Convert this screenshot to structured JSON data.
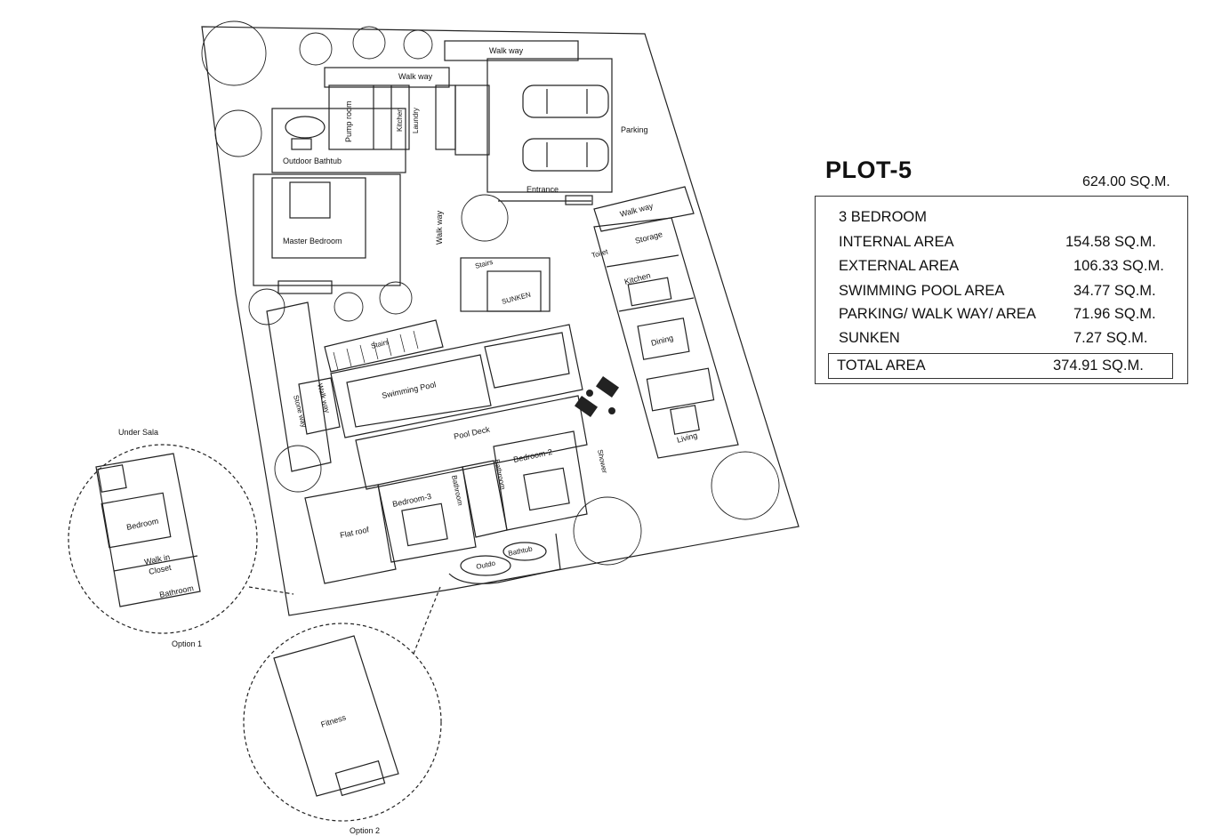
{
  "title": "PLOT-5",
  "plot_area": "624.00 SQ.M.",
  "summary": {
    "bedrooms": "3 BEDROOM",
    "rows": [
      {
        "label": "INTERNAL AREA",
        "value": "154.58 SQ.M."
      },
      {
        "label": "EXTERNAL AREA",
        "value": "106.33 SQ.M."
      },
      {
        "label": "SWIMMING POOL  AREA",
        "value": "34.77 SQ.M."
      },
      {
        "label": "PARKING/ WALK WAY/ AREA",
        "value": "71.96 SQ.M."
      },
      {
        "label": "SUNKEN",
        "value": "7.27 SQ.M."
      }
    ],
    "total": {
      "label": "TOTAL AREA",
      "value": "374.91 SQ.M."
    }
  },
  "plan_labels": {
    "walk_way_top": "Walk way",
    "walk_way_kitchen": "Walk way",
    "pump_room": "Pump room",
    "kitchen_small": "Kitchen",
    "laundry": "Laundry",
    "outdoor_bathtub": "Outdoor Bathtub",
    "master_bedroom": "Master Bedroom",
    "walk_way_vertical": "Walk way",
    "parking": "Parking",
    "entrance": "Entrance",
    "walk_way_right": "Walk way",
    "toilet": "Toilet",
    "storage": "Storage",
    "kitchen": "Kitchen",
    "dining": "Dining",
    "living": "Living",
    "stairs_top": "Stairs",
    "sunken": "SUNKEN",
    "stairs_mid": "Stairs",
    "swimming_pool": "Swimming Pool",
    "pool_deck": "Pool Deck",
    "stone_way": "Stone way",
    "walk_way_left": "Walk way",
    "bedroom_2": "Bedroom-2",
    "bedroom_3": "Bedroom-3",
    "bathroom_a": "Bathroom",
    "bathroom_b": "Bathroom",
    "shower": "Shower",
    "flat_roof": "Flat roof",
    "outdoor": "Outdo",
    "bathtub": "Bathtub"
  },
  "options": {
    "under_sala": "Under Sala",
    "option1_label": "Option 1",
    "option1_bedroom": "Bedroom",
    "option1_walk_in": "Walk in",
    "option1_closet": "Closet",
    "option1_bathroom": "Bathroom",
    "option2_label": "Option 2",
    "option2_fitness": "Fitness"
  }
}
